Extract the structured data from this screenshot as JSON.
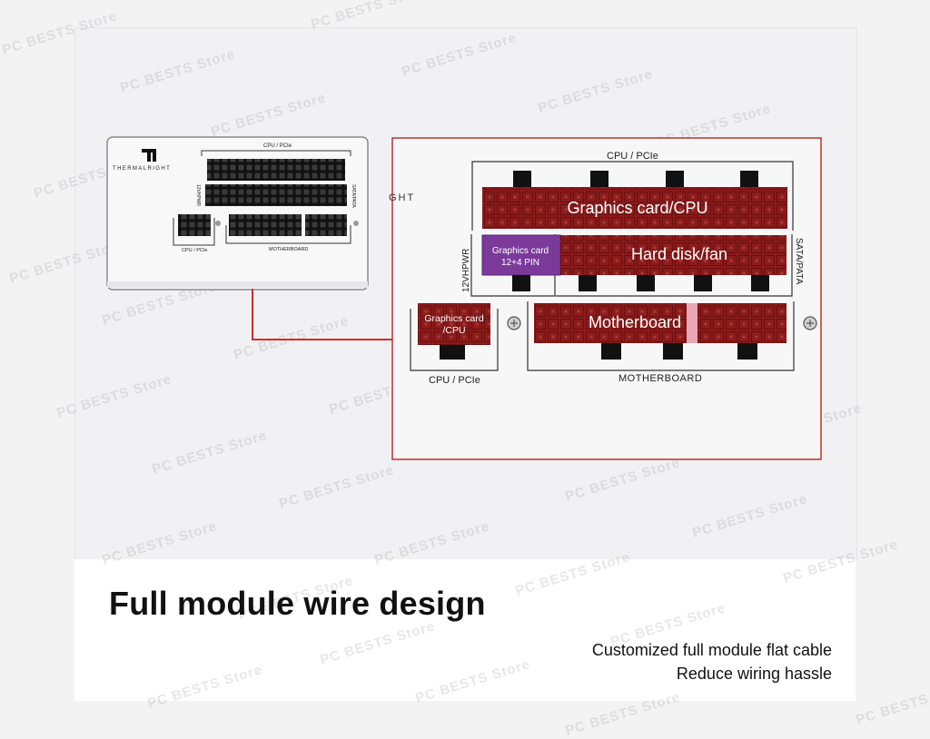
{
  "headline": "Full module wire design",
  "subtext": [
    "Customized full module flat cable",
    "Reduce wiring hassle"
  ],
  "watermark": "PC BESTS Store",
  "psu": {
    "brand": "THERMALRIGHT",
    "brand_partial": "GHT",
    "labels": {
      "cpu_pcie_top": "CPU / PCIe",
      "vhpwr": "12VHPWR",
      "sata_pata": "SATA/PATA",
      "cpu_pcie_bottom": "CPU / PCIe",
      "motherboard": "MOTHERBOARD"
    }
  },
  "callouts": {
    "graphics_cpu": "Graphics card/CPU",
    "gpu_12_4_line1": "Graphics card",
    "gpu_12_4_line2": "12+4 PIN",
    "hdd_fan": "Hard disk/fan",
    "gpu_cpu_small_line1": "Graphics card",
    "gpu_cpu_small_line2": "/CPU",
    "motherboard": "Motherboard"
  },
  "colors": {
    "connector_fill": "#8b1a1a",
    "connector_purple": "#7b3a9a",
    "highlight_red": "#d62a2a",
    "callout_border": "#c03030"
  }
}
